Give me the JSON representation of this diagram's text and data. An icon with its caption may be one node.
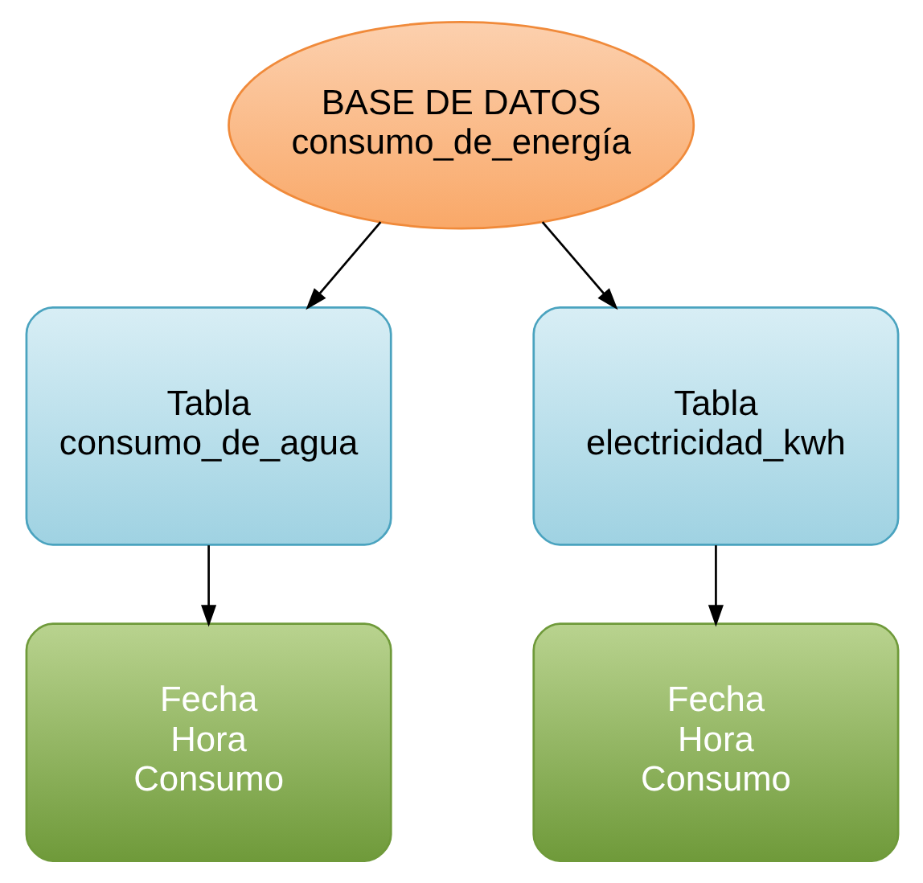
{
  "diagram": {
    "nodes": [
      {
        "text": [
          "BASE DE DATOS",
          "consumo_de_energía"
        ]
      },
      {
        "text": [
          "Tabla",
          "consumo_de_agua"
        ]
      },
      {
        "text": [
          "Tabla",
          "electricidad_kwh"
        ]
      },
      {
        "text": [
          "Fecha",
          "Hora",
          "Consumo"
        ]
      },
      {
        "text": [
          "Fecha",
          "Hora",
          "Consumo"
        ]
      }
    ],
    "edges": [
      {
        "from": 0,
        "to": 1,
        "arrow": "to"
      },
      {
        "from": 0,
        "to": 2,
        "arrow": "to"
      },
      {
        "from": 1,
        "to": 3,
        "arrow": "to"
      },
      {
        "from": 2,
        "to": 4,
        "arrow": "to"
      }
    ]
  }
}
